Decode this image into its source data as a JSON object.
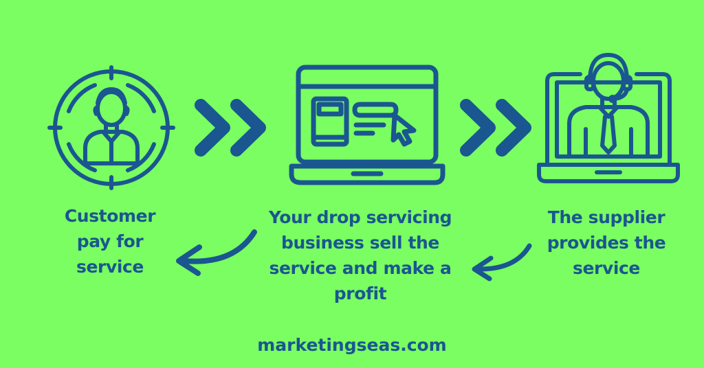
{
  "colors": {
    "background": "#7afe61",
    "primary": "#1a5690"
  },
  "steps": [
    {
      "icon": "customer-target-icon",
      "label": "Customer\npay for\nservice"
    },
    {
      "icon": "browser-laptop-icon",
      "label": "Your drop servicing\nbusiness  sell the\nservice and make a\nprofit"
    },
    {
      "icon": "supplier-laptop-icon",
      "label": "The supplier\nprovides the\nservice"
    }
  ],
  "forward_arrows": [
    "double-chevron-right-icon",
    "double-chevron-right-icon"
  ],
  "return_arrows": [
    "curved-arrow-left-icon",
    "curved-arrow-left-icon"
  ],
  "footer": {
    "url": "marketingseas.com"
  }
}
